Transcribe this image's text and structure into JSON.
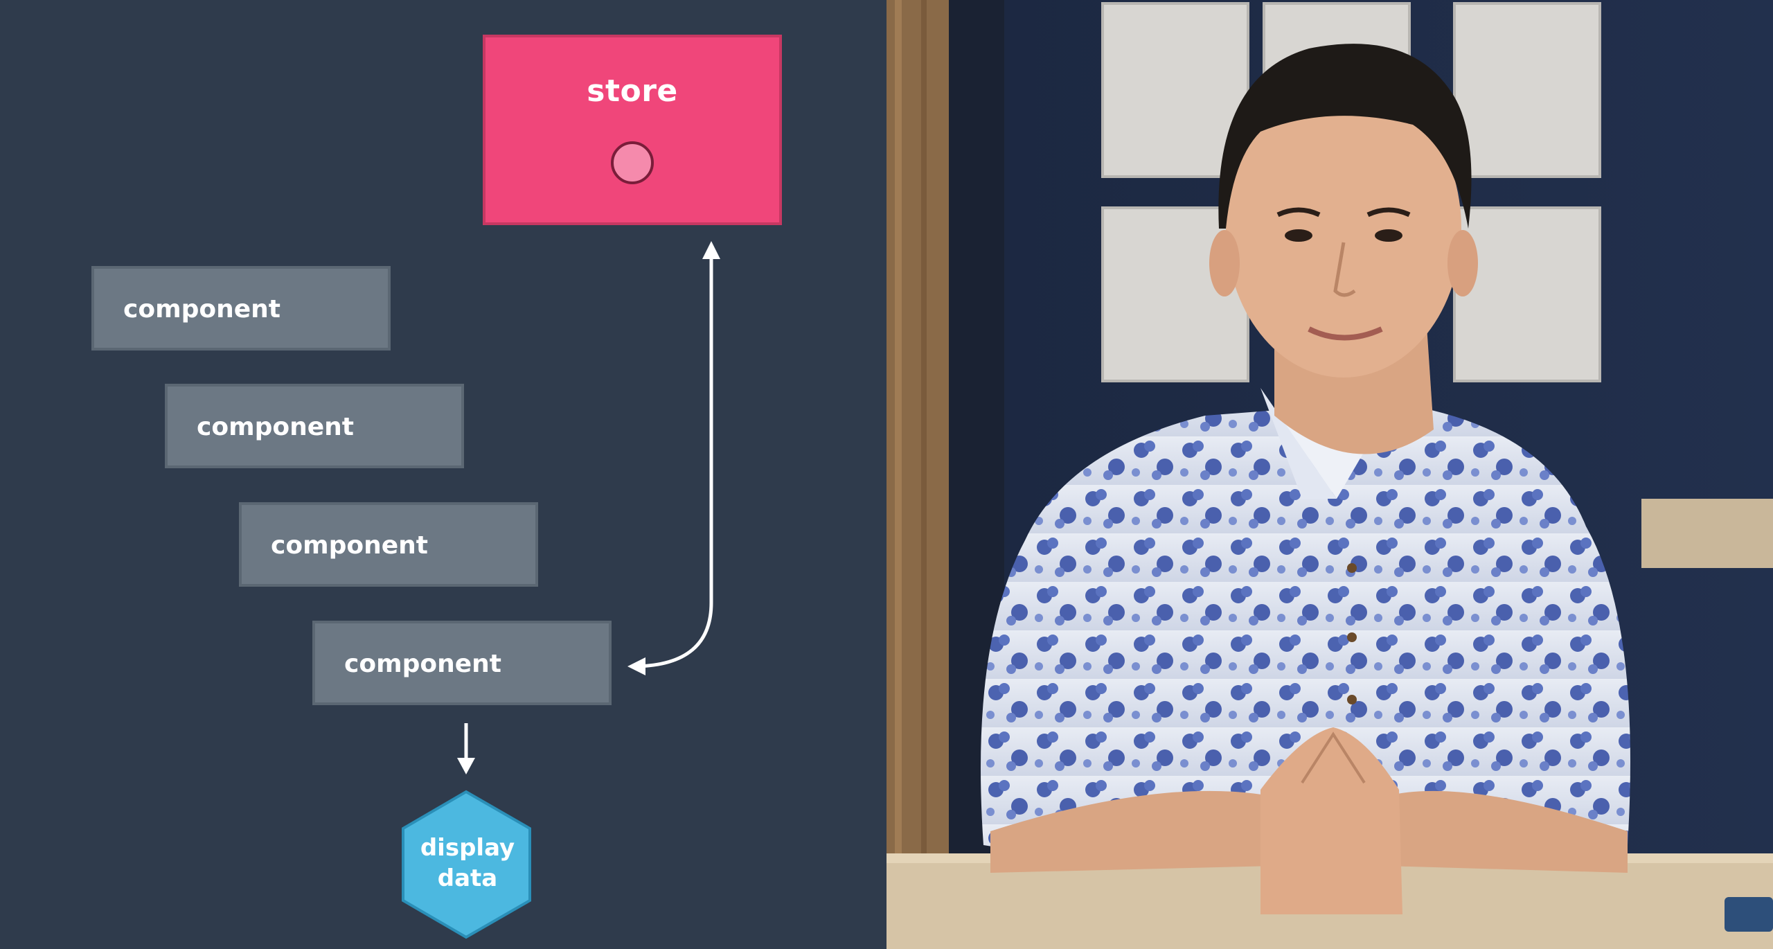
{
  "diagram": {
    "store": {
      "label": "store"
    },
    "components": [
      {
        "label": "component"
      },
      {
        "label": "component"
      },
      {
        "label": "component"
      },
      {
        "label": "component"
      }
    ],
    "output": {
      "line1": "display",
      "line2": "data"
    }
  },
  "colors": {
    "background": "#2f3b4c",
    "store": "#f0467a",
    "component": "#6c7884",
    "hexagon": "#4cb8e0",
    "arrows": "#ffffff"
  },
  "video": {
    "description_icon": "presenter-photo"
  }
}
